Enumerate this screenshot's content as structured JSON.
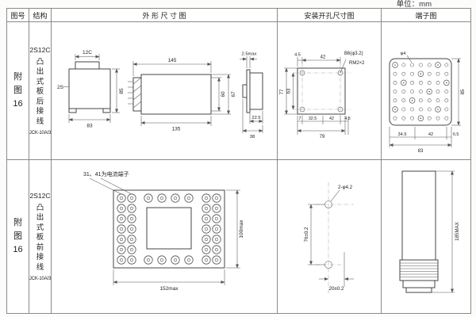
{
  "page": {
    "unit_label": "单位：mm"
  },
  "headers": {
    "fig_no": "图号",
    "structure": "结构",
    "outline": "外 形 尺 寸 图",
    "mounting": "安装开孔尺寸图",
    "terminal": "端子图"
  },
  "rows": [
    {
      "fig_label": "附图16",
      "model": "2S12C",
      "mount_desc": "凸出式板后接线",
      "relay_type": "JCK-10A/3",
      "outline": {
        "part_top": "12C",
        "part_bottom": "2S",
        "width": "83",
        "height": "85",
        "len_total": "145",
        "len_body": "135",
        "h_inner": "60",
        "h_outer": "67",
        "panel": "2.5max",
        "d1": "22.5",
        "d2": "38"
      },
      "mounting": {
        "t1": "4.5",
        "t2": "42",
        "hole_spec": "B6(φ3.2)",
        "screw_spec": "RM2×2",
        "l_outer": "77",
        "l_inner": "63",
        "b1": "7",
        "b2": "32.5",
        "b3": "42",
        "b4": "4.5",
        "b_total": "79"
      },
      "terminal": {
        "hole": "φ4",
        "b1": "34.5",
        "b2": "42",
        "b3": "6.5",
        "b_total": "83",
        "r_height": "85"
      }
    },
    {
      "fig_label": "附图16",
      "model": "2S12C",
      "mount_desc": "凸出式板前接线",
      "relay_type": "JCK-10A/3",
      "outline": {
        "note": "31、41为电流端子",
        "width": "152max",
        "height": "100max"
      },
      "mounting": {
        "v_dim": "76±0.2",
        "hole_spec": "2-φ4.2",
        "h_dim": "20±0.2"
      },
      "terminal": {
        "height": "185MAX"
      }
    }
  ]
}
